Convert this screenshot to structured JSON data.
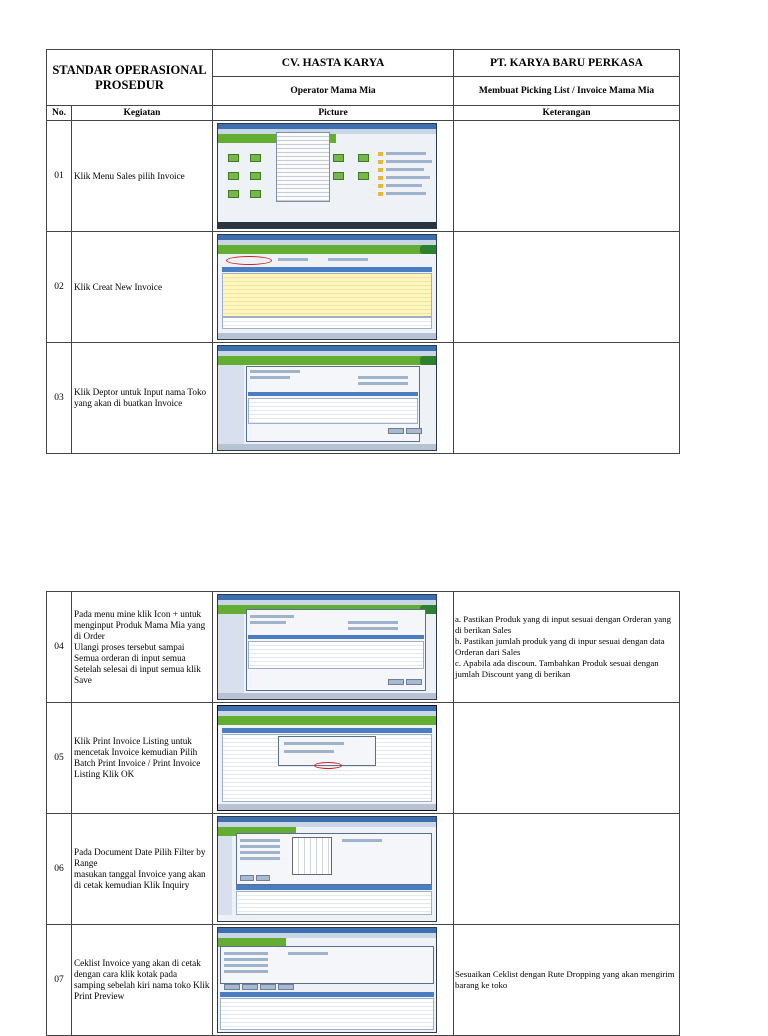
{
  "header": {
    "title": "STANDAR OPERASIONAL PROSEDUR",
    "company1": "CV. HASTA KARYA",
    "company2": "PT. KARYA BARU PERKASA",
    "sub1": "Operator Mama Mia",
    "sub2": "Membuat Picking List / Invoice Mama Mia",
    "col_no": "No.",
    "col_kegiatan": "Kegiatan",
    "col_picture": "Picture",
    "col_keterangan": "Keterangan"
  },
  "steps": [
    {
      "no": "01",
      "kegiatan": "Klik Menu Sales pilih Invoice",
      "keterangan": "",
      "picture": "menu-sales-screenshot"
    },
    {
      "no": "02",
      "kegiatan": "Klik Creat New Invoice",
      "keterangan": "",
      "picture": "invoice-list-screenshot"
    },
    {
      "no": "03",
      "kegiatan": "Klik Deptor untuk Input nama Toko yang akan di buatkan Invoice",
      "keterangan": "",
      "picture": "invoice-entry-screenshot"
    },
    {
      "no": "04",
      "kegiatan": "Pada menu mine klik Icon + untuk menginput Produk Mama Mia yang di Order\nUlangi proses tersebut sampai Semua orderan di input semua Setelah selesai di input semua klik Save",
      "keterangan": "a. Pastikan Produk yang di input sesuai dengan Orderan yang di berikan Sales\nb. Pastikan jumlah produk yang di inpur sesuai dengan data Orderan dari Sales\nc. Apabila ada discoun. Tambahkan Produk sesuai dengan jumlah Discount yang di berikan",
      "picture": "product-input-screenshot"
    },
    {
      "no": "05",
      "kegiatan": "Klik Print Invoice Listing untuk mencetak Invoice kemudian Pilih Batch Print Invoice / Print Invoice Listing Klik OK",
      "keterangan": "",
      "picture": "print-dialog-screenshot"
    },
    {
      "no": "06",
      "kegiatan": "Pada Document Date Pilih Filter by Range\nmasukan tanggal Invoice yang akan di cetak kemudian Klik Inquiry",
      "keterangan": "",
      "picture": "date-filter-screenshot"
    },
    {
      "no": "07",
      "kegiatan": "Ceklist Invoice yang akan di cetak dengan cara klik kotak pada samping sebelah kiri nama toko Klik Print Preview",
      "keterangan": "Sesuaikan Ceklist dengan Rute Dropping yang akan mengirim barang ke toko",
      "picture": "print-preview-screenshot"
    }
  ],
  "colors": {
    "border": "#444444",
    "app_banner": "#63ad32",
    "app_titlebar": "#3d6fb0"
  }
}
